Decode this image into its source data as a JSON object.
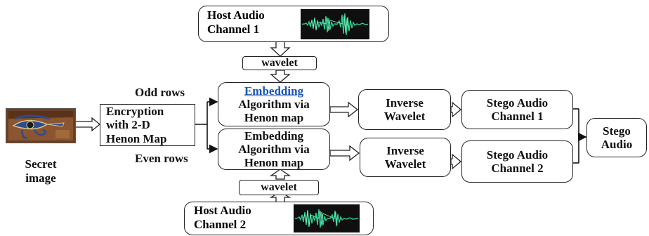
{
  "host1": {
    "line1": "Host Audio",
    "line2": "Channel 1"
  },
  "host2": {
    "line1": "Host Audio",
    "line2": "Channel 2"
  },
  "wavelet_top": "wavelet",
  "wavelet_bottom": "wavelet",
  "embed_top": {
    "link": "Embedding",
    "line2": "Algorithm via",
    "line3": "Henon map"
  },
  "embed_bottom": {
    "line1": "Embedding",
    "line2": "Algorithm via",
    "line3": "Henon map"
  },
  "encryption": {
    "line1": "Encryption",
    "line2": "with 2-D",
    "line3": "Henon Map"
  },
  "odd_rows": "Odd rows",
  "even_rows": "Even rows",
  "secret_image": {
    "line1": "Secret",
    "line2": "image"
  },
  "inverse_top": {
    "line1": "Inverse",
    "line2": "Wavelet"
  },
  "inverse_bottom": {
    "line1": "Inverse",
    "line2": "Wavelet"
  },
  "stego1": {
    "line1": "Stego Audio",
    "line2": "Channel 1"
  },
  "stego2": {
    "line1": "Stego Audio",
    "line2": "Channel 2"
  },
  "stego_audio": {
    "line1": "Stego",
    "line2": "Audio"
  },
  "colors": {
    "waveform": "#2ecc8f",
    "waveform_bg": "#0f0f0f",
    "link": "#1a56b3"
  }
}
